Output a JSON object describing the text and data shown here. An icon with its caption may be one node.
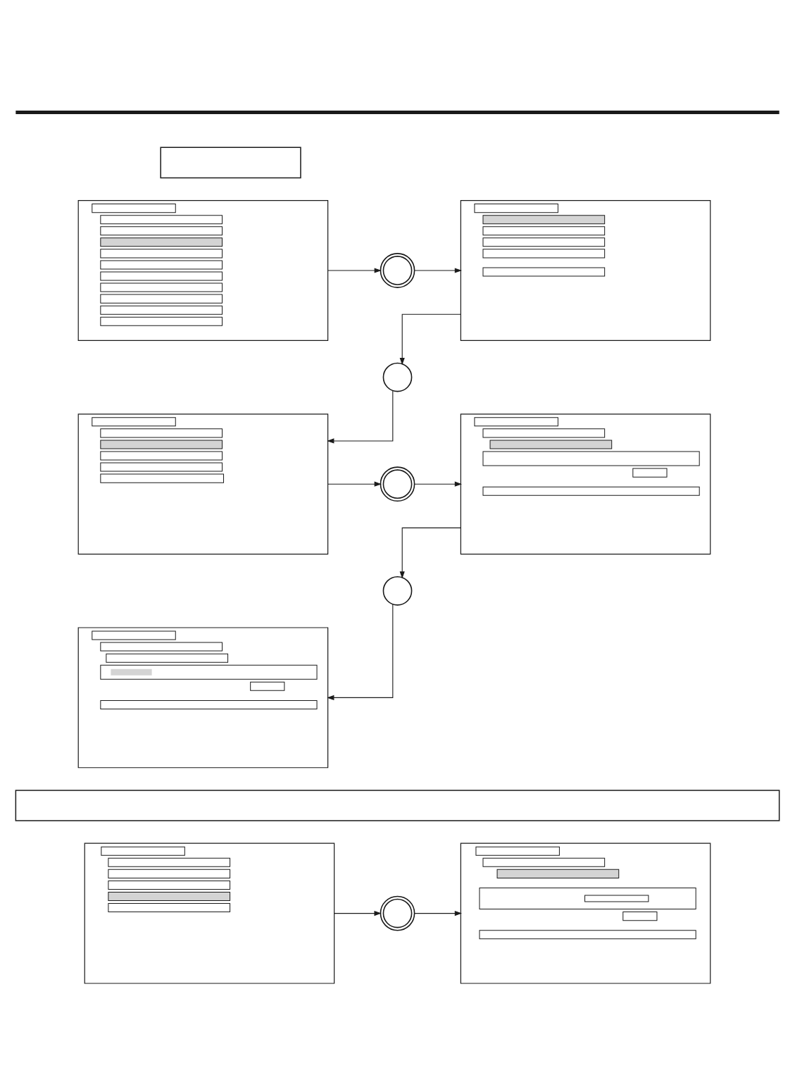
{
  "diagram": {
    "nodes": [
      {
        "text": [],
        "shape": "box"
      },
      {
        "text": [],
        "shape": "picture"
      },
      {
        "text": [],
        "shape": "circle"
      },
      {
        "text": [],
        "shape": "picture"
      },
      {
        "text": [],
        "shape": "circle"
      },
      {
        "text": [],
        "shape": "picture"
      },
      {
        "text": [],
        "shape": "circle"
      },
      {
        "text": [],
        "shape": "picture"
      },
      {
        "text": [],
        "shape": "circle"
      },
      {
        "text": [],
        "shape": "picture"
      },
      {
        "text": [],
        "shape": "box"
      },
      {
        "text": [],
        "shape": "picture"
      },
      {
        "text": [],
        "shape": "circle"
      },
      {
        "text": [],
        "shape": "picture"
      }
    ],
    "edges": [
      {
        "from": 1,
        "to": 2,
        "arrow": "to"
      },
      {
        "from": 2,
        "to": 3,
        "arrow": "to"
      },
      {
        "from": 3,
        "to": 4,
        "arrow": "to"
      },
      {
        "from": 4,
        "to": 5,
        "arrow": "to"
      },
      {
        "from": 5,
        "to": 6,
        "arrow": "to"
      },
      {
        "from": 6,
        "to": 7,
        "arrow": "to"
      },
      {
        "from": 7,
        "to": 8,
        "arrow": "to"
      },
      {
        "from": 8,
        "to": 9,
        "arrow": "to"
      },
      {
        "from": 11,
        "to": 12,
        "arrow": "to"
      },
      {
        "from": 12,
        "to": 13,
        "arrow": "to"
      }
    ]
  }
}
